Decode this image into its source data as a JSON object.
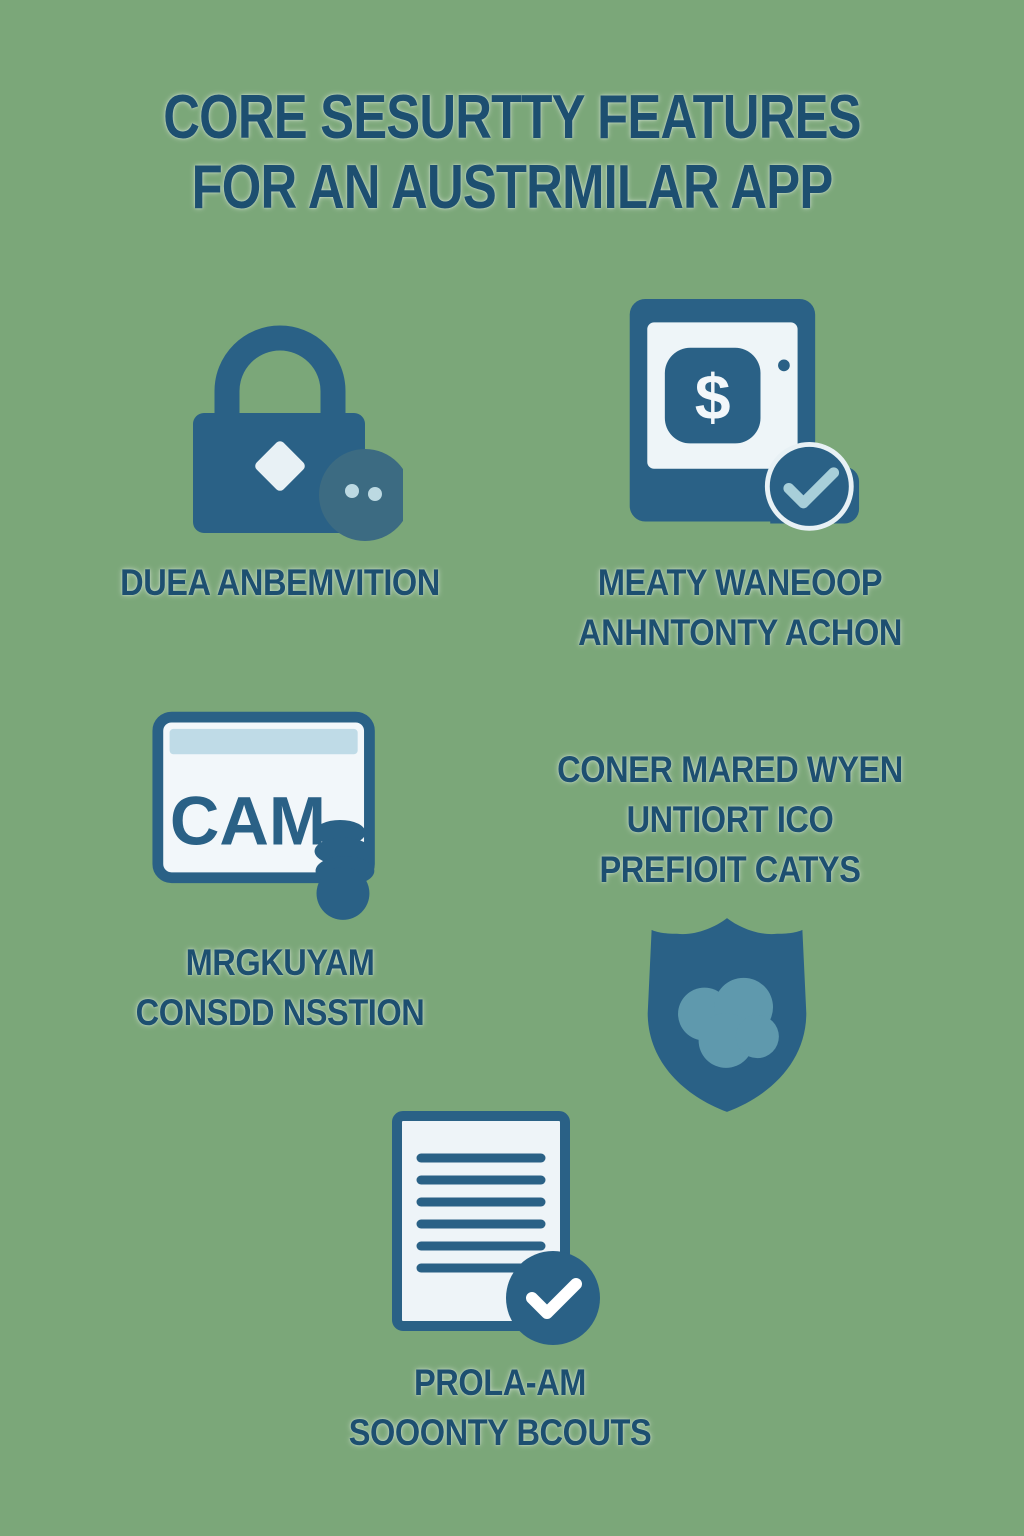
{
  "title": {
    "line1": "CORE SESURTTY FEATURES",
    "line2": "FOR AN AUSTRMILAR APP"
  },
  "sections": {
    "lock": {
      "caption1": "DUEA ANBEMVITION"
    },
    "payment": {
      "dollar": "$",
      "caption1": "MEATY WANEOOP",
      "caption2": "ANHNTONTY ACHON"
    },
    "cam": {
      "card_text": "CAM",
      "caption1": "MRGKUYAM",
      "caption2": "CONSDD NSSTION"
    },
    "shield": {
      "caption1": "CONER MARED WYEN",
      "caption2": "UNTIORT ICO",
      "caption3": "PREFIOIT CATYS"
    },
    "report": {
      "caption1": "PROLA-AM",
      "caption2": "SOOONTY BCOUTS"
    }
  },
  "icons": {
    "lock": "padlock-icon",
    "payment": "mobile-payment-check-icon",
    "cam": "cam-card-icon",
    "shield": "shield-cloud-icon",
    "report": "document-checkmark-icon"
  },
  "colors": {
    "background": "#7ba779",
    "ink": "#1d4f70",
    "icon_dark": "#2a6186",
    "icon_fill": "#eef4f8",
    "icon_accent": "#5f99ad",
    "screen_tint": "#bfdbe7",
    "check_light": "#a8cfd9"
  }
}
